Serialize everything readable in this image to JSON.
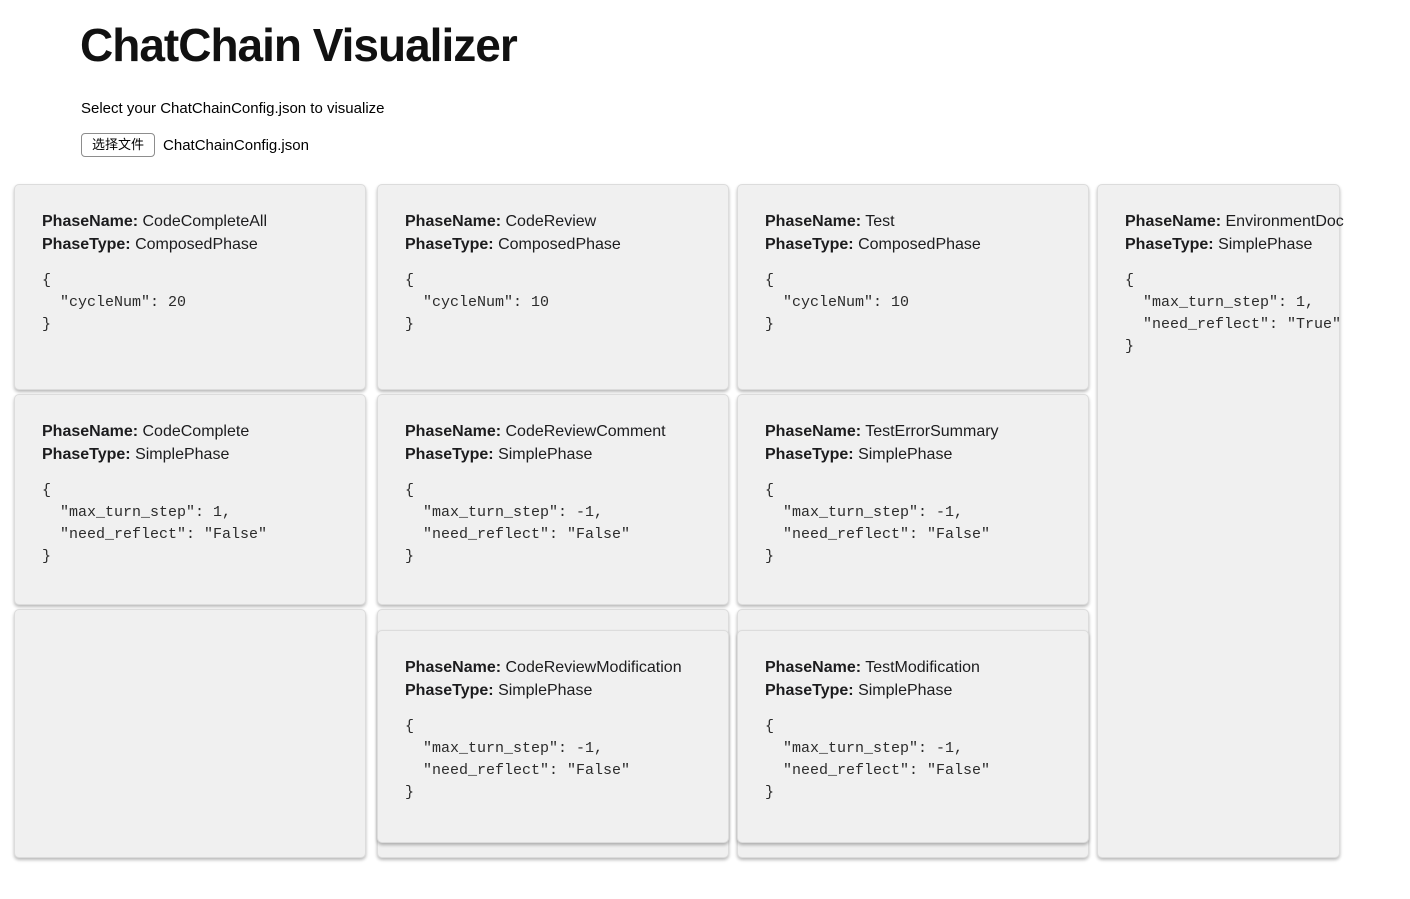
{
  "header": {
    "title": "ChatChain Visualizer",
    "subtitle": "Select your ChatChainConfig.json to visualize",
    "file_input": {
      "button_label": "选择文件",
      "file_name": "ChatChainConfig.json"
    }
  },
  "labels": {
    "phase_name": "PhaseName:",
    "phase_type": "PhaseType:"
  },
  "colors": {
    "page_bg": "#ffffff",
    "card_bg": "#f0f0f0",
    "card_border": "#dcdcdc"
  },
  "columns": [
    {
      "cards": [
        {
          "name": "CodeCompleteAll",
          "type": "ComposedPhase",
          "json": "{\n  \"cycleNum\": 20\n}"
        },
        {
          "name": "CodeComplete",
          "type": "SimplePhase",
          "json": "{\n  \"max_turn_step\": 1,\n  \"need_reflect\": \"False\"\n}"
        }
      ]
    },
    {
      "cards": [
        {
          "name": "CodeReview",
          "type": "ComposedPhase",
          "json": "{\n  \"cycleNum\": 10\n}"
        },
        {
          "name": "CodeReviewComment",
          "type": "SimplePhase",
          "json": "{\n  \"max_turn_step\": -1,\n  \"need_reflect\": \"False\"\n}"
        },
        {
          "name": "CodeReviewModification",
          "type": "SimplePhase",
          "json": "{\n  \"max_turn_step\": -1,\n  \"need_reflect\": \"False\"\n}"
        }
      ]
    },
    {
      "cards": [
        {
          "name": "Test",
          "type": "ComposedPhase",
          "json": "{\n  \"cycleNum\": 10\n}"
        },
        {
          "name": "TestErrorSummary",
          "type": "SimplePhase",
          "json": "{\n  \"max_turn_step\": -1,\n  \"need_reflect\": \"False\"\n}"
        },
        {
          "name": "TestModification",
          "type": "SimplePhase",
          "json": "{\n  \"max_turn_step\": -1,\n  \"need_reflect\": \"False\"\n}"
        }
      ]
    },
    {
      "cards": [
        {
          "name": "EnvironmentDoc",
          "type": "SimplePhase",
          "json": "{\n  \"max_turn_step\": 1,\n  \"need_reflect\": \"True\"\n}"
        }
      ]
    }
  ]
}
